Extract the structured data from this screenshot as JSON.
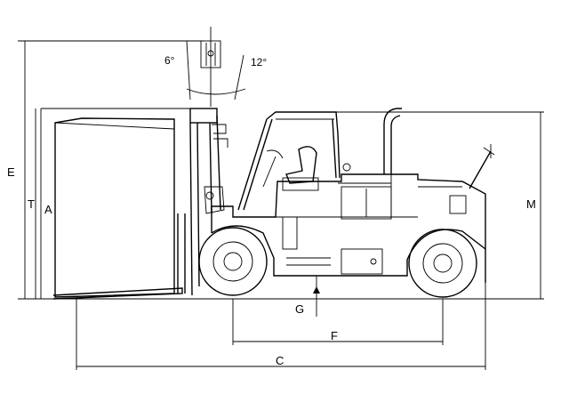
{
  "diagram": {
    "angles": {
      "forward_tilt": "6°",
      "backward_tilt": "12°"
    },
    "dimensions": {
      "E": "E",
      "T": "T",
      "A": "A",
      "M": "M",
      "G": "G",
      "F": "F",
      "C": "C"
    }
  }
}
